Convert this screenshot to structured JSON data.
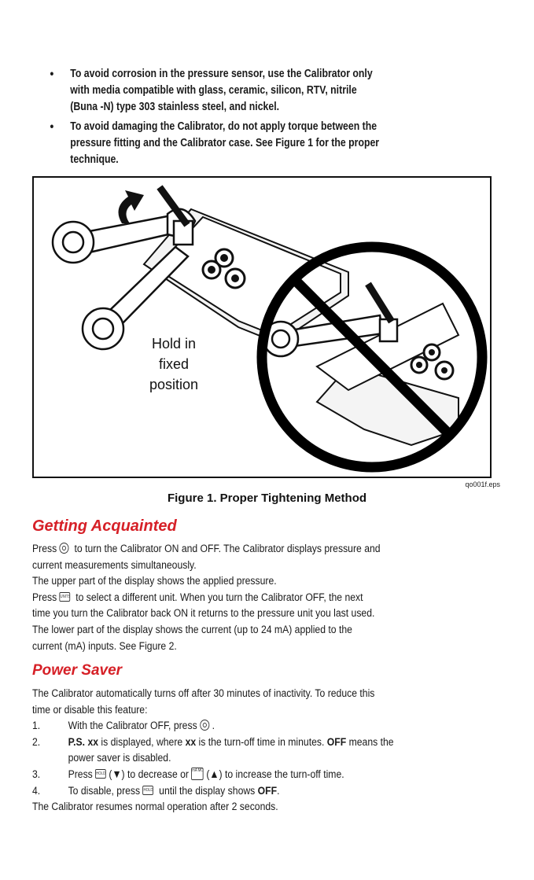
{
  "bullets": [
    {
      "lines": [
        "To avoid corrosion in the pressure sensor, use the Calibrator only",
        "with media compatible with glass, ceramic, silicon, RTV, nitrile",
        "(Buna -N) type 303 stainless steel, and nickel."
      ]
    },
    {
      "lines": [
        "To avoid damaging the Calibrator, do not apply torque between the",
        "pressure fitting and the Calibrator case. See Figure 1 for the proper",
        "technique."
      ]
    }
  ],
  "figure": {
    "hold_label": [
      "Hold in",
      "fixed",
      "position"
    ],
    "file_name": "qo001f.eps",
    "caption": "Figure 1. Proper Tightening Method"
  },
  "getting_acquainted": {
    "heading": "Getting Acquainted",
    "line1_a": "Press",
    "line1_b": "to turn the Calibrator ON and OFF. The Calibrator displays pressure and",
    "line2": "current measurements simultaneously.",
    "line3": "The upper part of the display shows the applied pressure.",
    "line4_a": "Press",
    "line4_b": "to select a different unit. When you turn the Calibrator OFF, the next",
    "line5": "time you turn the Calibrator back ON it returns to the pressure unit you last used.",
    "line6": "The lower part of the display shows the current (up to 24 mA) applied to the",
    "line7": "current (mA) inputs. See Figure 2."
  },
  "power_saver": {
    "heading": "Power Saver",
    "intro1": "The Calibrator automatically turns off after 30 minutes of inactivity. To reduce this",
    "intro2": "time or disable this feature:",
    "step1_num": "1.",
    "step1_text": "With the Calibrator OFF, press",
    "step1_end": ".",
    "step2_num": "2.",
    "step2_bold1": "P.S. xx",
    "step2_text1": "is displayed, where",
    "step2_bold2": "xx",
    "step2_text2": "is the turn-off time in minutes.",
    "step2_bold3": "OFF",
    "step2_text3": "means the",
    "step2_cont": "power saver is disabled.",
    "step3_num": "3.",
    "step3_a": "Press",
    "step3_b": "(▼) to decrease or",
    "step3_c": "(▲) to increase the turn-off time.",
    "step4_num": "4.",
    "step4_a": "To disable, press",
    "step4_b": "until the display shows",
    "step4_bold": "OFF",
    "step4_end": ".",
    "outro": "The Calibrator resumes normal operation after 2 seconds."
  },
  "keys": {
    "units": "UNITS",
    "hold": "HOLD",
    "ma_mode": "mA MODE"
  },
  "icons": {
    "power": "power-button-icon",
    "units": "units-key-icon",
    "hold": "hold-key-icon",
    "mode": "ma-mode-key-icon"
  }
}
